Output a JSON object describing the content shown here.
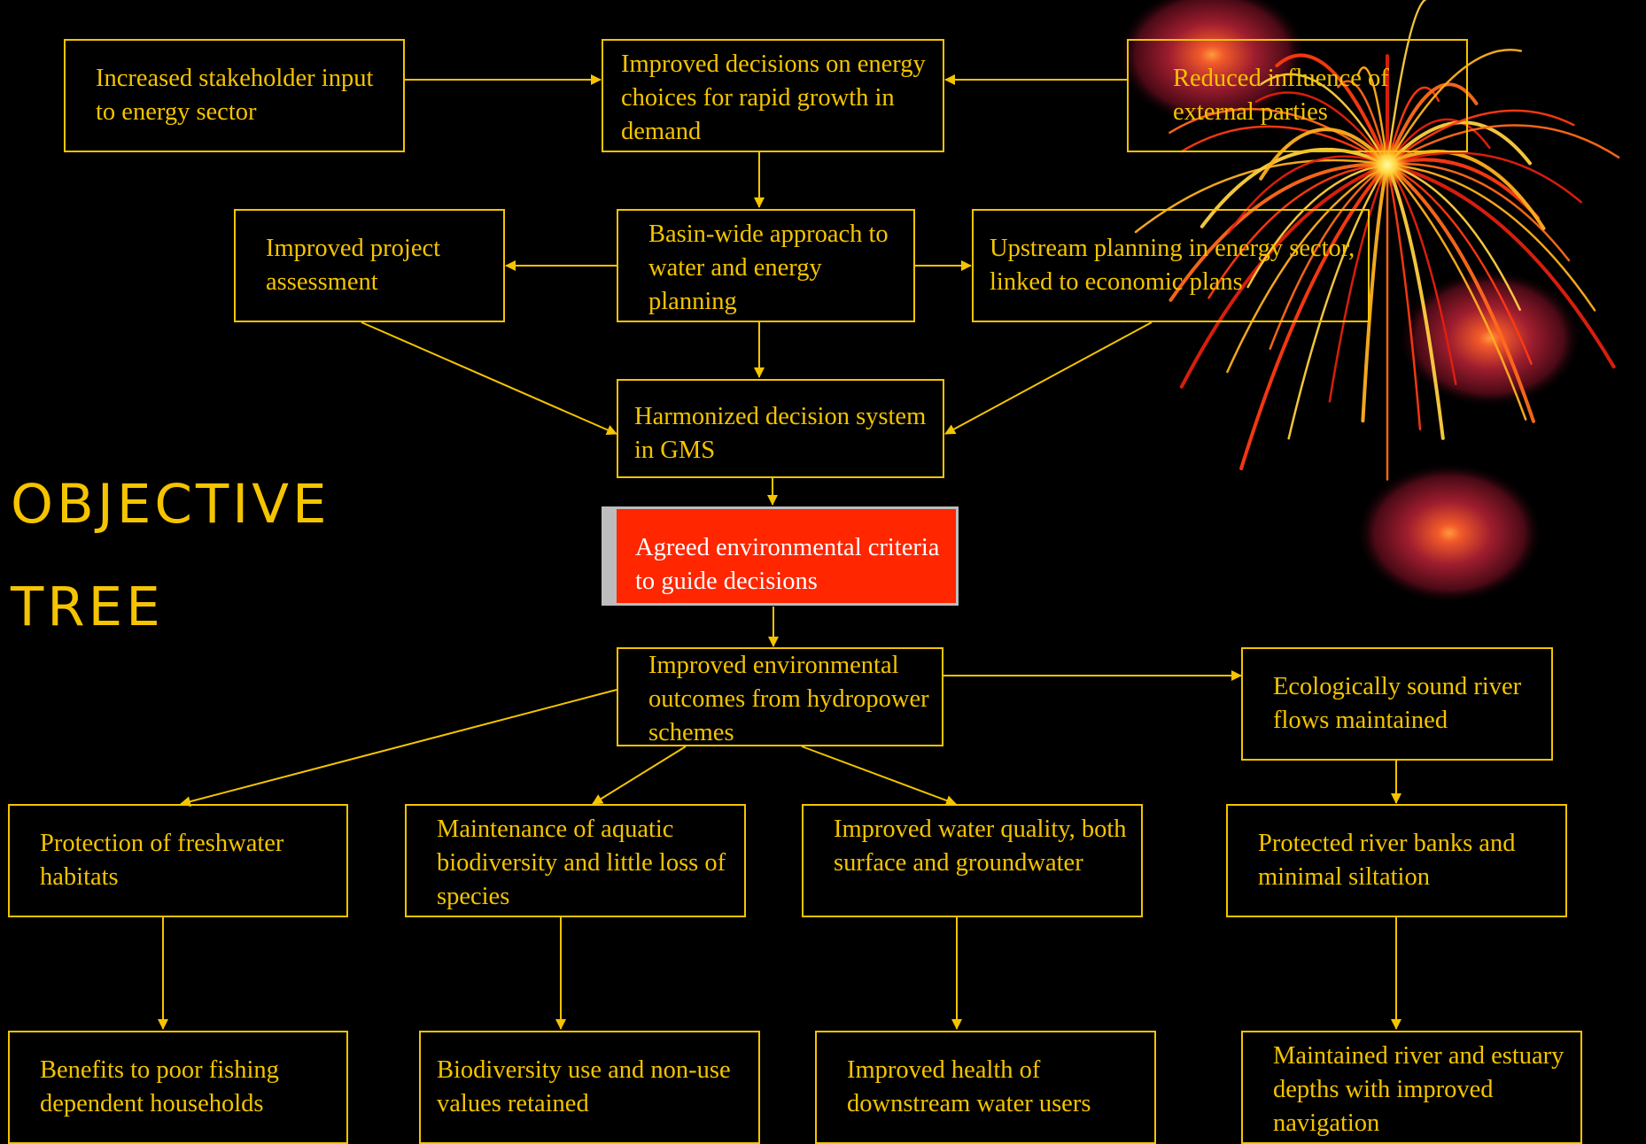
{
  "title": {
    "line1": "OBJECTIVE",
    "line2": "TREE"
  },
  "colors": {
    "background": "#000000",
    "line": "#F5C400",
    "text": "#F5C400",
    "highlight_fill": "#FF2600",
    "highlight_text": "#FFFFFF",
    "highlight_border": "#BDBDBD"
  },
  "nodes": {
    "stakeholder_input": "Increased stakeholder input to energy sector",
    "improved_decisions": "Improved decisions on energy choices for rapid growth in demand",
    "reduced_influence": "Reduced influence of external parties",
    "improved_assessment": "Improved project assessment",
    "basin_wide": "Basin-wide approach to water and energy planning",
    "upstream_planning": "Upstream planning in energy sector, linked to economic plans",
    "harmonized": "Harmonized decision system in GMS",
    "agreed_criteria": "Agreed environmental criteria to guide decisions",
    "improved_outcomes": "Improved environmental outcomes from hydropower schemes",
    "river_flows": "Ecologically sound river flows maintained",
    "freshwater": "Protection of freshwater habitats",
    "aquatic_biodiversity": "Maintenance of aquatic biodiversity and little loss of species",
    "water_quality": "Improved water quality, both surface and groundwater",
    "river_banks": "Protected river banks and minimal siltation",
    "fishing_households": "Benefits to poor fishing dependent households",
    "biodiversity_values": "Biodiversity use and non-use values retained",
    "downstream_health": "Improved health of downstream water users",
    "estuary_depths": "Maintained river and estuary depths with improved navigation"
  },
  "decoration": [
    "glowing-orb-graphic",
    "firework-burst-graphic"
  ]
}
